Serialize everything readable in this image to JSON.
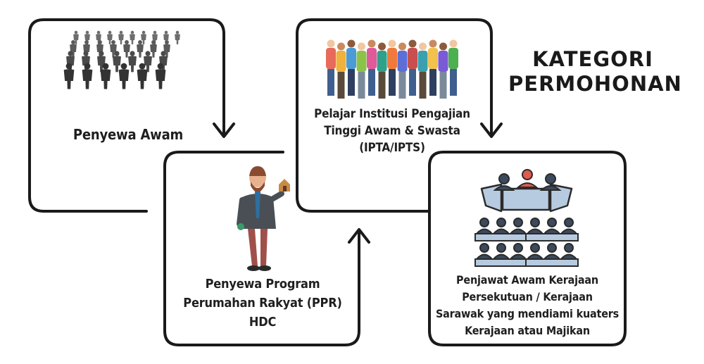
{
  "title": {
    "line1": "KATEGORI",
    "line2": "PERMOHONAN"
  },
  "categories": [
    {
      "label": "Penyewa Awam",
      "icon": "crowd-icon"
    },
    {
      "line1": "Penyewa Program",
      "line2": "Perumahan Rakyat (PPR)",
      "line3": "HDC",
      "icon": "businessman-with-house-icon"
    },
    {
      "line1": "Pelajar Institusi Pengajian",
      "line2": "Tinggi Awam & Swasta",
      "line3": "(IPTA/IPTS)",
      "icon": "students-group-icon"
    },
    {
      "line1": "Penjawat Awam Kerajaan",
      "line2": "Persekutuan / Kerajaan",
      "line3": "Sarawak yang mendiami kuaters",
      "line4": "Kerajaan atau Majikan",
      "icon": "conference-audience-icon"
    }
  ],
  "colors": {
    "stroke": "#1a1a1a",
    "accent": "#e05a4f",
    "people_dark": "#3b3b3b",
    "desk": "#b7cbe0"
  }
}
